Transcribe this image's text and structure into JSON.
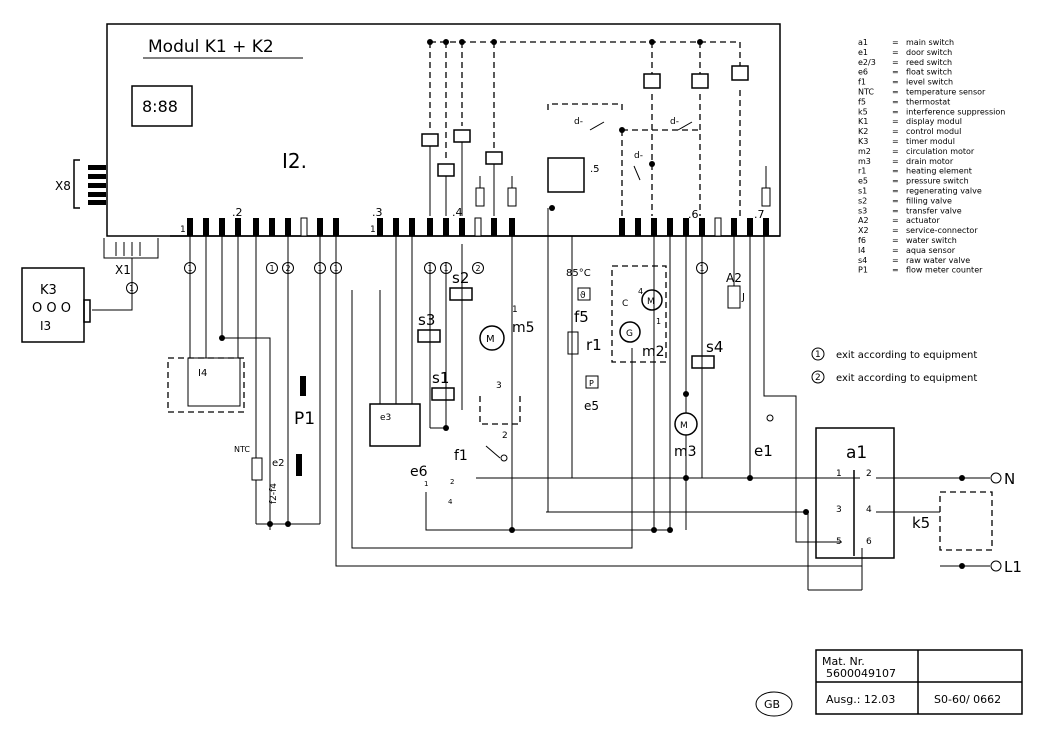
{
  "module": {
    "title": "Modul K1 + K2",
    "display_text": "8:88",
    "number_label": "I2.",
    "connector_x8": "X8",
    "connector_x1": "X1",
    "connector_groups": [
      ".2",
      ".3",
      ".4",
      ".6",
      ".7"
    ],
    "pin_one": "1",
    "k3_label": "K3",
    "k3_sub": "I3",
    "k3_circles": "O O O"
  },
  "components": {
    "s2": "s2",
    "s3": "s3",
    "s1": "s1",
    "m5": "m5",
    "m5_one": "1",
    "m5_three": "3",
    "m5_two": "2",
    "f5_temp": "85°C",
    "f5": "f5",
    "r1": "r1",
    "e5": "e5",
    "e5_box": "P",
    "pump_f5_box": "ϑ",
    "m2": "m2",
    "m2_c": "C",
    "m2_4": "4",
    "m2_1": "1",
    "motor_m": "M",
    "generator": "G",
    "m3": "m3",
    "e1": "e1",
    "s4": "s4",
    "a2": "A2",
    "a2_j": "J",
    "d_minus": "d-",
    "five": ".5",
    "e6": "e6",
    "f1": "f1",
    "e3": "e3",
    "i4": "I4",
    "ntc": "NTC",
    "f2_f4": "f2-f4",
    "e2": "e2",
    "p1": "P1",
    "a1": "a1",
    "k5": "k5",
    "n": "N",
    "l1": "L1",
    "a1_pins": [
      "1",
      "2",
      "3",
      "4",
      "5",
      "6"
    ],
    "e6_pins": [
      "1",
      "2",
      "4"
    ]
  },
  "markers": [
    "1",
    "2"
  ],
  "legend": [
    {
      "code": "a1",
      "desc": "main switch"
    },
    {
      "code": "e1",
      "desc": "door switch"
    },
    {
      "code": "e2/3",
      "desc": "reed switch"
    },
    {
      "code": "e6",
      "desc": "float switch"
    },
    {
      "code": "f1",
      "desc": "level switch"
    },
    {
      "code": "NTC",
      "desc": "temperature sensor"
    },
    {
      "code": "f5",
      "desc": "thermostat"
    },
    {
      "code": "k5",
      "desc": "interference suppression"
    },
    {
      "code": "K1",
      "desc": "display modul"
    },
    {
      "code": "K2",
      "desc": "control modul"
    },
    {
      "code": "K3",
      "desc": "timer modul"
    },
    {
      "code": "m2",
      "desc": "circulation motor"
    },
    {
      "code": "m3",
      "desc": "drain motor"
    },
    {
      "code": "r1",
      "desc": "heating element"
    },
    {
      "code": "e5",
      "desc": "pressure switch"
    },
    {
      "code": "s1",
      "desc": "regenerating valve"
    },
    {
      "code": "s2",
      "desc": "filling valve"
    },
    {
      "code": "s3",
      "desc": "transfer valve"
    },
    {
      "code": "A2",
      "desc": "actuator"
    },
    {
      "code": "X2",
      "desc": "service-connector"
    },
    {
      "code": "f6",
      "desc": "water switch"
    },
    {
      "code": "I4",
      "desc": "aqua sensor"
    },
    {
      "code": "s4",
      "desc": "raw water valve"
    },
    {
      "code": "P1",
      "desc": "flow meter counter"
    }
  ],
  "notes": [
    {
      "num": "1",
      "text": "exit according to equipment"
    },
    {
      "num": "2",
      "text": "exit according to equipment"
    }
  ],
  "title_block": {
    "mat_label": "Mat. Nr.",
    "mat_value": "5600049107",
    "ausg": "Ausg.: 12.03",
    "doc": "S0-60/ 0662",
    "lang": "GB"
  }
}
